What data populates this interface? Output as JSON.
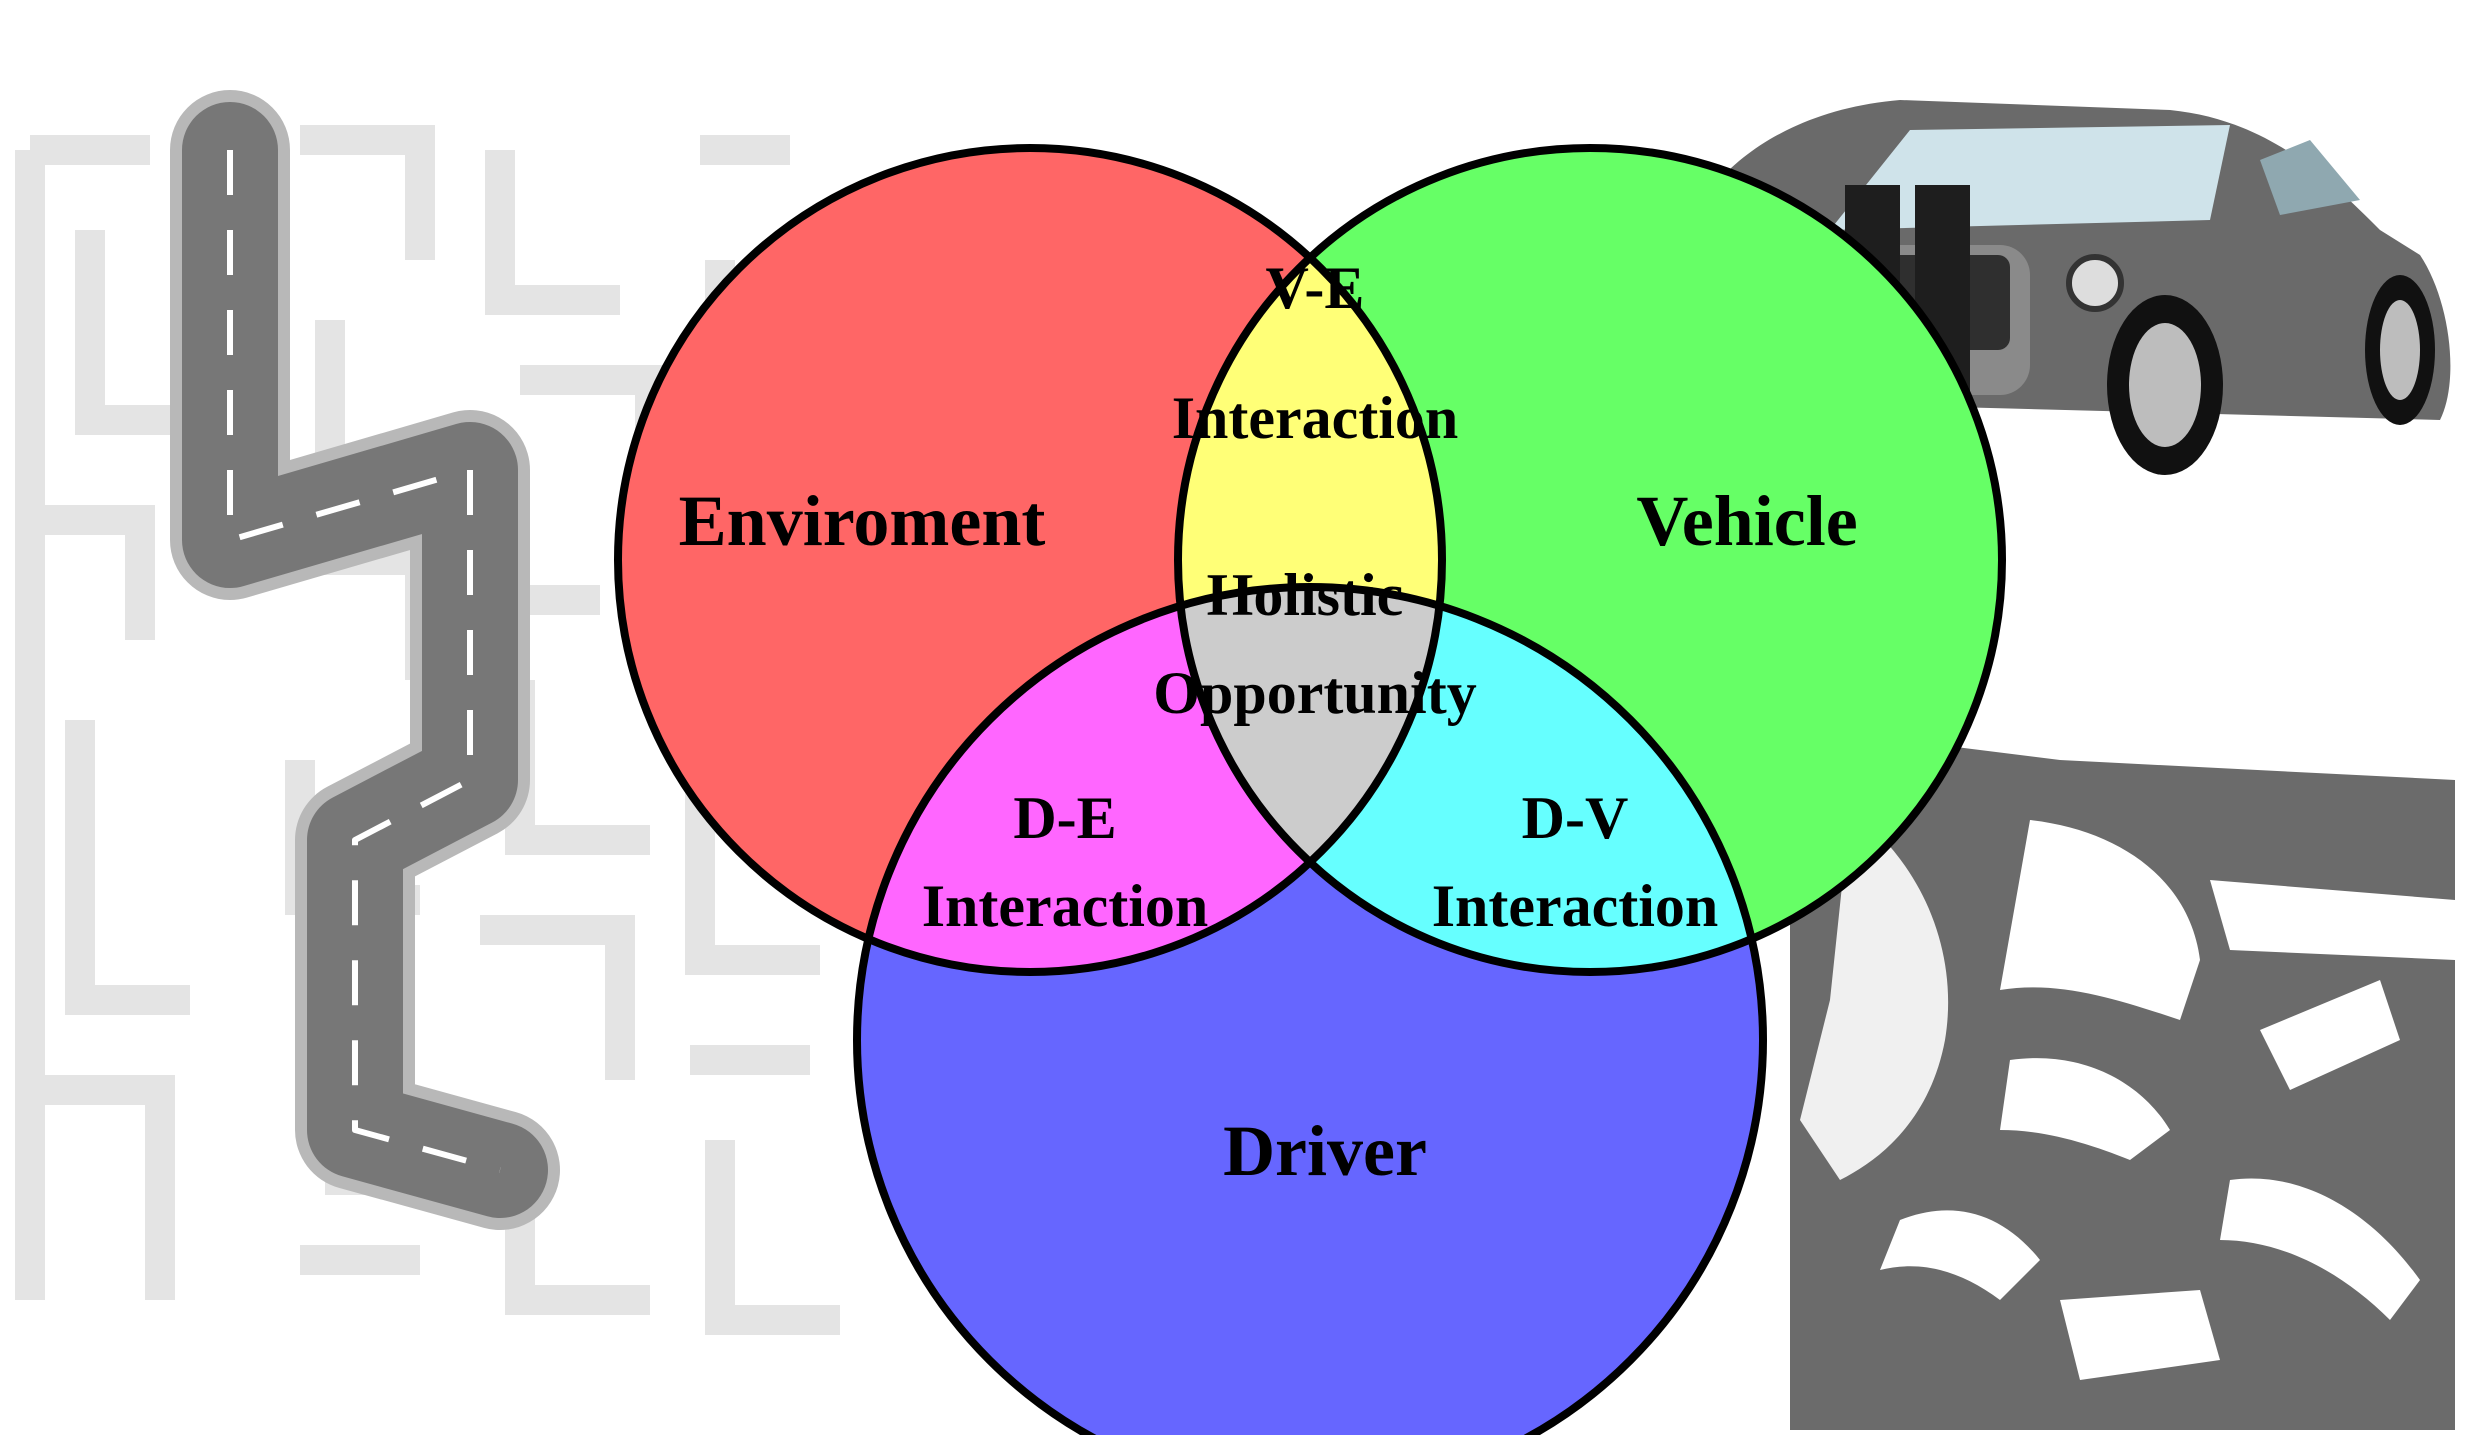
{
  "diagram": {
    "sets": {
      "environment": {
        "label": "Enviroment",
        "color": "#FF6666"
      },
      "vehicle": {
        "label": "Vehicle",
        "color": "#66FF66"
      },
      "driver": {
        "label": "Driver",
        "color": "#6666FF"
      }
    },
    "intersections": {
      "ve": {
        "line1": "V-E",
        "line2": "Interaction",
        "color": "#FFFF77"
      },
      "de": {
        "line1": "D-E",
        "line2": "Interaction",
        "color": "#FF66FF"
      },
      "dv": {
        "line1": "D-V",
        "line2": "Interaction",
        "color": "#66FFFF"
      },
      "center": {
        "line1": "Holistic",
        "line2": "Opportunity",
        "color": "#CCCCCC"
      }
    }
  },
  "illustrations": {
    "road": "winding-road-illustration",
    "car": "grey-muscle-car-illustration",
    "driver_photo": "driver-at-wheel-stencil"
  }
}
